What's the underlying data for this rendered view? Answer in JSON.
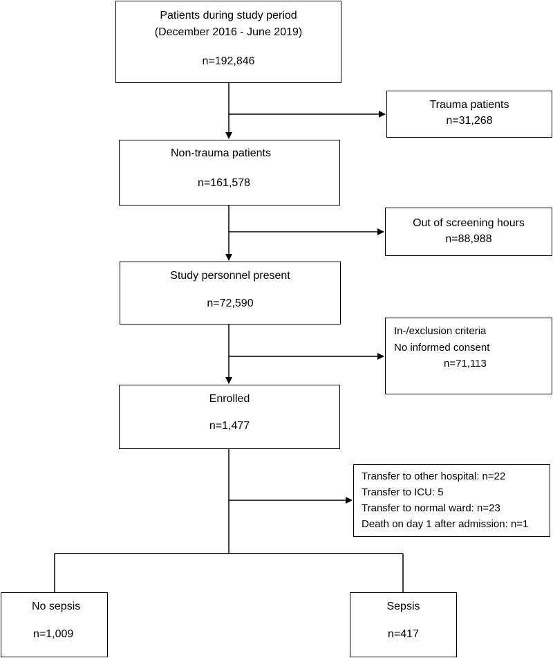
{
  "boxes": {
    "patients": {
      "line1": "Patients during study period",
      "line2": "(December 2016 - June 2019)",
      "n": "n=192,846"
    },
    "trauma": {
      "title": "Trauma patients",
      "n": "n=31,268"
    },
    "non_trauma": {
      "title": "Non-trauma patients",
      "n": "n=161,578"
    },
    "out_of_hours": {
      "title": "Out of screening hours",
      "n": "n=88,988"
    },
    "personnel": {
      "title": "Study personnel present",
      "n": "n=72,590"
    },
    "criteria": {
      "line1": "In-/exclusion criteria",
      "line2": "No informed consent",
      "n": "n=71,113"
    },
    "enrolled": {
      "title": "Enrolled",
      "n": "n=1,477"
    },
    "transfers": {
      "line1": "Transfer to other hospital: n=22",
      "line2": "Transfer to ICU: 5",
      "line3": "Transfer to normal ward: n=23",
      "line4": "Death on day 1 after admission: n=1"
    },
    "no_sepsis": {
      "title": "No sepsis",
      "n": "n=1,009"
    },
    "sepsis": {
      "title": "Sepsis",
      "n": "n=417"
    }
  }
}
